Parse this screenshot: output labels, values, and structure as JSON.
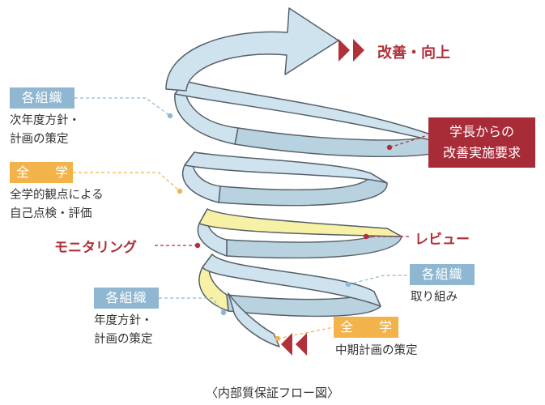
{
  "diagram": {
    "title": "〈内部質保証フロー図〉",
    "top_goal": "改善・向上",
    "president_request": "学長からの改善実施要求",
    "president_request_lines": [
      "学長からの",
      "改善実施要求"
    ],
    "review": "レビュー",
    "monitoring": "モニタリング",
    "stages": [
      {
        "badge": "各組織",
        "lines": [
          "次年度方針・",
          "計画の策定"
        ]
      },
      {
        "badge": "全　学",
        "lines": [
          "全学的観点による",
          "自己点検・評価"
        ]
      },
      {
        "badge": "各組織",
        "lines": [
          "取り組み"
        ]
      },
      {
        "badge": "各組織",
        "lines": [
          "年度方針・",
          "計画の策定"
        ]
      },
      {
        "badge": "全　学",
        "lines": [
          "中期計画の策定"
        ]
      }
    ],
    "colors": {
      "spiral_fill": "#cfe3ee",
      "spiral_stroke": "#55606a",
      "highlight_fill": "#f7f1a6",
      "accent": "#b1303a",
      "badge_blue": "#8fb7d2",
      "badge_gold": "#f2b34b",
      "leader_blue": "#8fb7d2",
      "leader_gold": "#f2b34b"
    }
  }
}
